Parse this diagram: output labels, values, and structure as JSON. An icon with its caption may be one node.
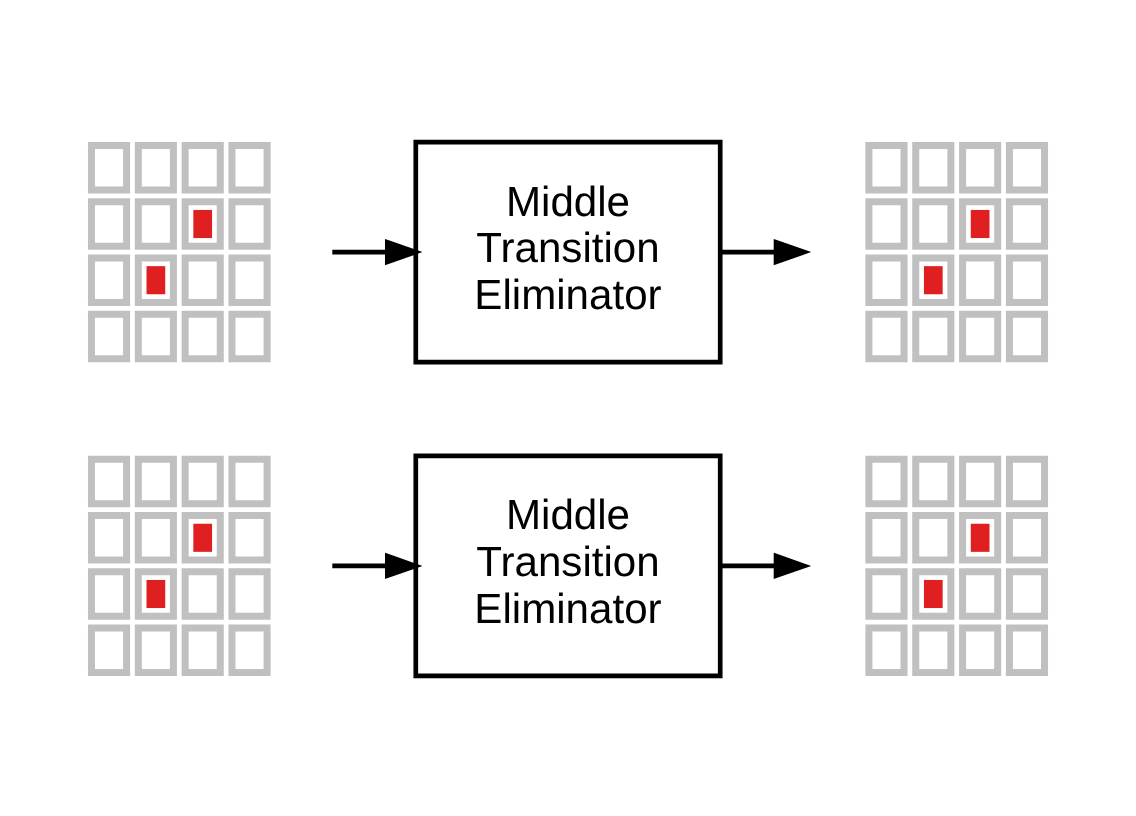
{
  "diagram": {
    "nodes": [
      {
        "text": [],
        "shape": "picture"
      },
      {
        "text": [
          "Middle Transition Eliminator"
        ]
      },
      {
        "text": [],
        "shape": "picture"
      },
      {
        "text": [],
        "shape": "picture"
      },
      {
        "text": [
          "Middle Transition Eliminator"
        ]
      },
      {
        "text": [],
        "shape": "picture"
      }
    ],
    "edges": [
      {
        "from": 0,
        "to": 1,
        "arrow": "to"
      },
      {
        "from": 1,
        "to": 2,
        "arrow": "to"
      },
      {
        "from": 3,
        "to": 4,
        "arrow": "to"
      },
      {
        "from": 4,
        "to": 5,
        "arrow": "to"
      }
    ]
  }
}
